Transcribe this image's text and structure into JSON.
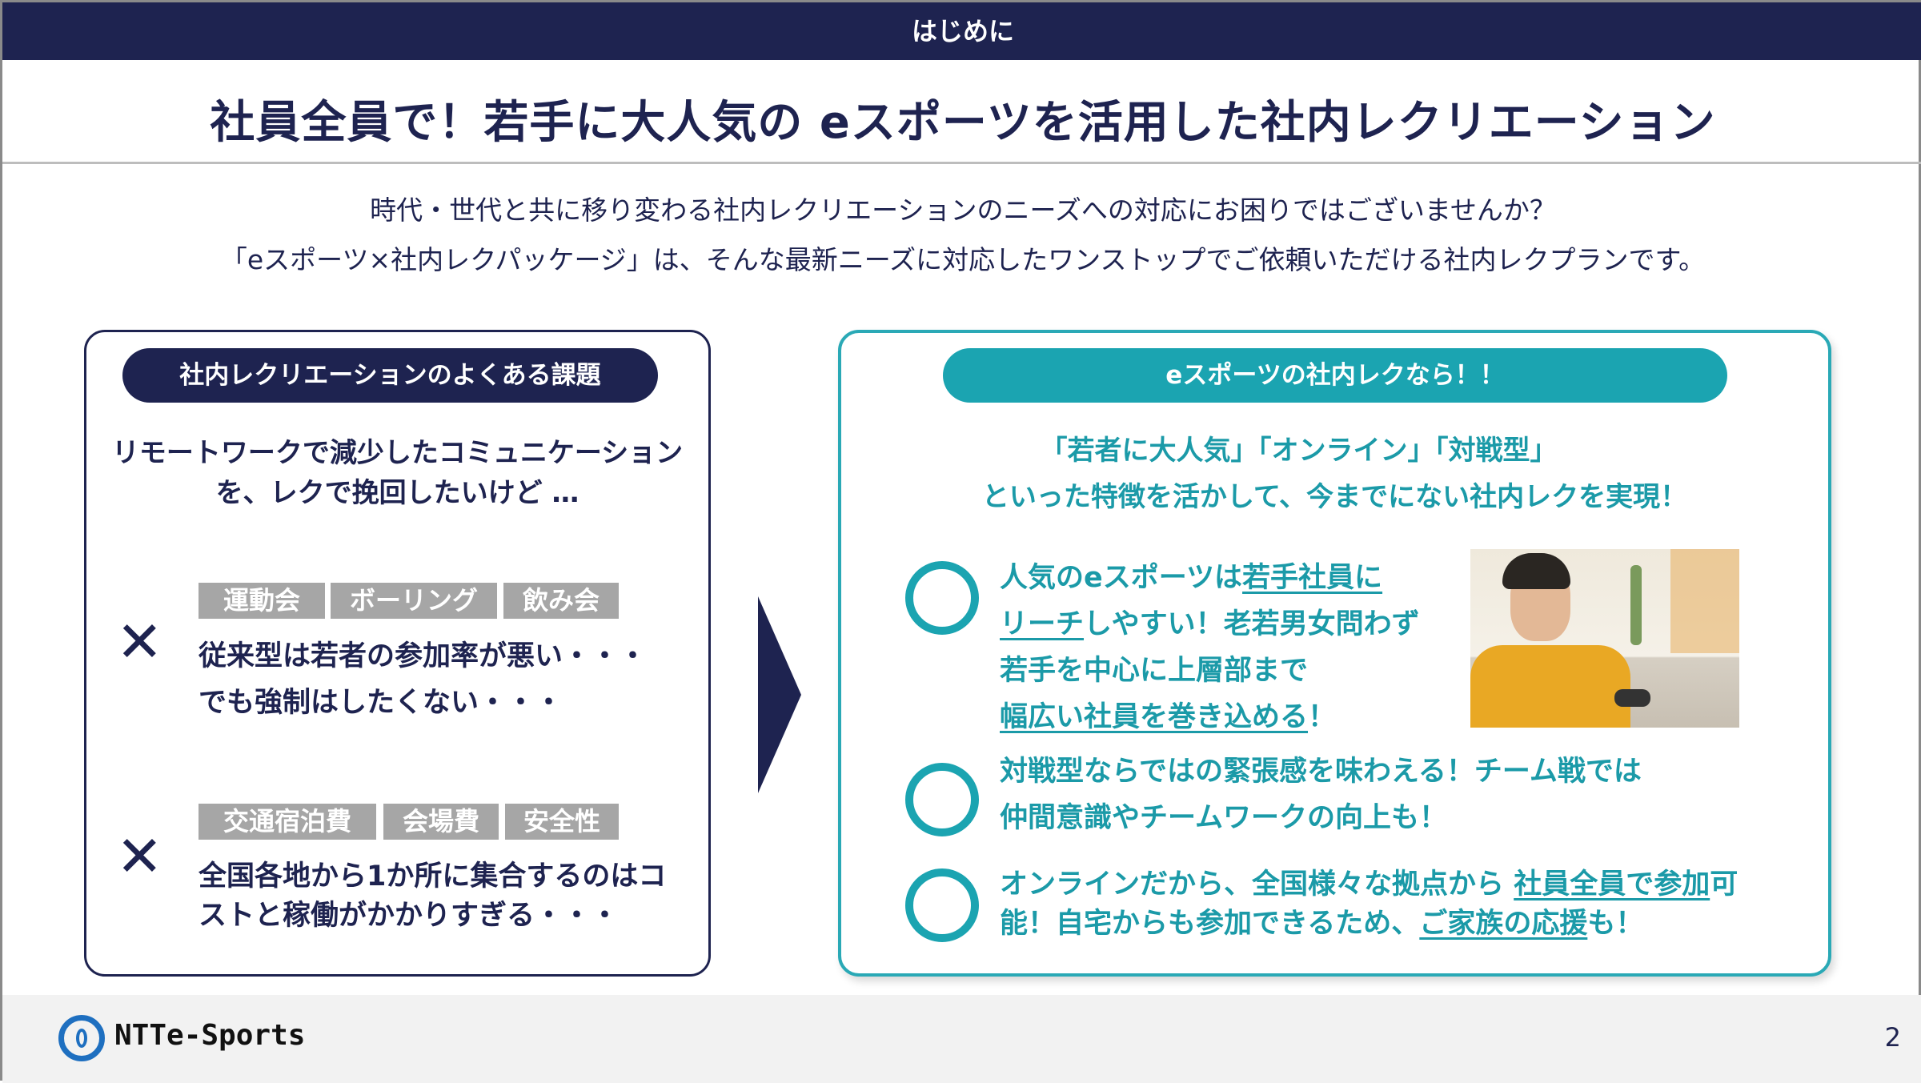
{
  "header": {
    "section": "はじめに",
    "title": "社員全員で！若手に大人気の eスポーツを活用した社内レクリエーション"
  },
  "intro": [
    "時代・世代と共に移り変わる社内レクリエーションのニーズへの対応にお困りではございませんか？",
    "「eスポーツ×社内レクパッケージ」は、そんな最新ニーズに対応したワンストップでご依頼いただける社内レクプランです。"
  ],
  "left": {
    "pill": "社内レクリエーションのよくある課題",
    "heading": [
      "リモートワークで減少したコミュニケーション",
      "を、レクで挽回したいけど …"
    ],
    "issues": [
      {
        "mark": "✕",
        "tags": [
          "運動会",
          "ボーリング",
          "飲み会"
        ],
        "lines": [
          "従来型は若者の参加率が悪い・・・",
          "でも強制はしたくない・・・"
        ]
      },
      {
        "mark": "✕",
        "tags": [
          "交通宿泊費",
          "会場費",
          "安全性"
        ],
        "lines": [
          "全国各地から1か所に集合するのはコ",
          "ストと稼働がかかりすぎる・・・"
        ]
      }
    ]
  },
  "right": {
    "pill": "eスポーツの社内レクなら！！",
    "heading": [
      "「若者に大人気」「オンライン」「対戦型」",
      "といった特徴を活かして、今までにない社内レクを実現！"
    ],
    "point1": {
      "a": "人気のeスポーツは",
      "b": "若手社員に",
      "c": "リーチ",
      "d": "しやすい！老若男女問わず",
      "e": "若手を中心に上層部まで",
      "f": "幅広い社員を巻き込める",
      "g": "！"
    },
    "point2": [
      "対戦型ならではの緊張感を味わえる！チーム戦では",
      "仲間意識やチームワークの向上も！"
    ],
    "point3": {
      "a": "オンラインだから、全国様々な拠点から ",
      "b": "社員全員で参加",
      "c": "可",
      "d": "能！自宅からも参加できるため、",
      "e": "ご家族の応援",
      "f": "も！"
    }
  },
  "footer": {
    "logo": "NTTe-Sports",
    "page": "2"
  },
  "colors": {
    "navy": "#1e2350",
    "teal": "#1ba4b1",
    "tag": "#a6a6a6",
    "logo_blue": "#1e6fc0"
  }
}
